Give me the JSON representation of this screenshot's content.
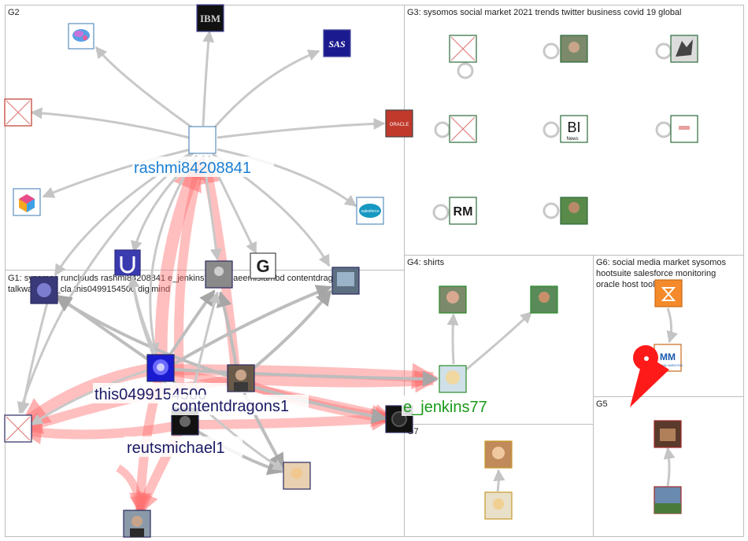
{
  "groups": {
    "g1": "G1: sysomos runclouds rashmi84208841 e_jenkins77 mdnaeemislambd contentdragons1",
    "g1b": "talkwalker in_cla this0499154500 digimind",
    "g2": "G2",
    "g3": "G3: sysomos social market 2021 trends twitter business covid 19 global",
    "g4": "G4: shirts",
    "g5": "G5",
    "g6": "G6: social media market sysomos",
    "g6b": "hootsuite salesforce monitoring",
    "g6c": "oracle host tools",
    "g7": "G7"
  },
  "labels": {
    "rashmi": "rashmi84208841",
    "this0499": "this0499154500",
    "contentdragons": "contentdragons1",
    "reutsmichael": "reutsmichael1",
    "ejenkins": "e_jenkins77"
  },
  "logos": {
    "ibm": "IBM",
    "sas": "SAS",
    "oracle": "ORACLE",
    "salesforce": "salesforce",
    "bi_top": "BI",
    "bi_bottom": "News",
    "rm": "RM",
    "mm": "MM",
    "mm_sub": "MILLENNIAL MARKETING"
  },
  "colors": {
    "rashmi": "#1a7fd4",
    "blue_labels": "#1a1a66",
    "ejenkins": "#1a9a1a",
    "red_edge": "#ff3a3a"
  }
}
